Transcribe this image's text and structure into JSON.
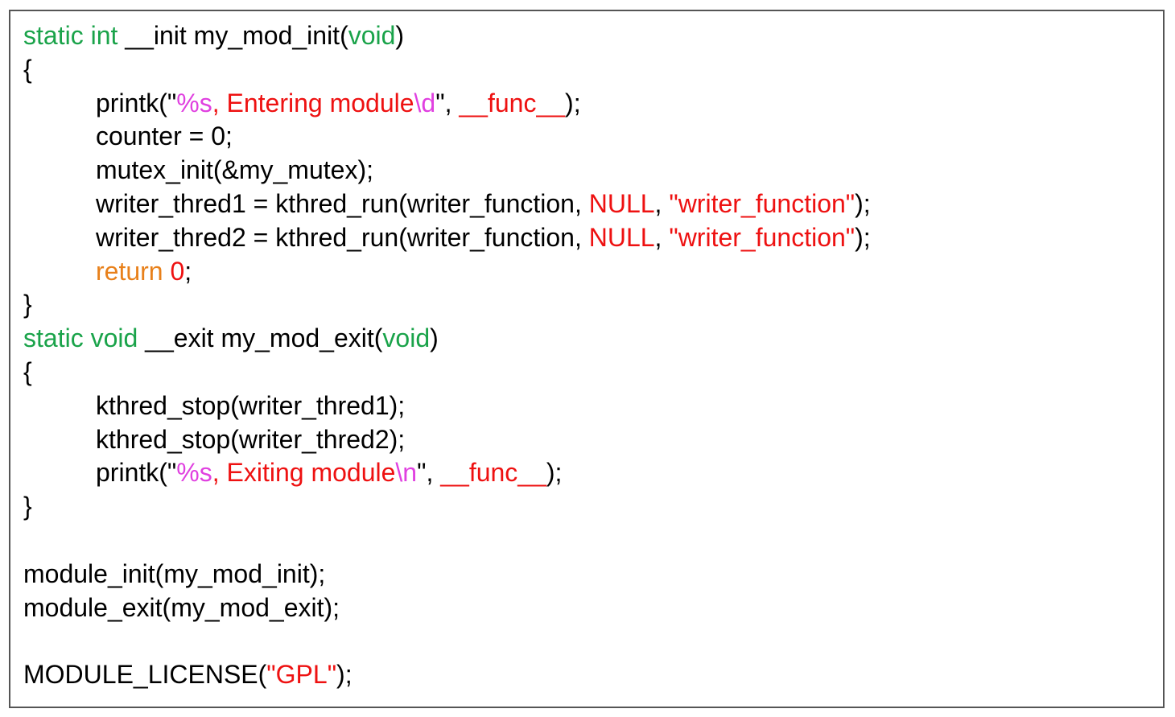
{
  "colors": {
    "plain": "#000000",
    "keyword": "#1aa34a",
    "string": "#ee1111",
    "format": "#e040e0",
    "control": "#e8801a"
  },
  "code_lines": [
    {
      "indent": false,
      "tokens": [
        {
          "t": "static int",
          "k": "keyword"
        },
        {
          "t": " __init my_mod_init(",
          "k": "plain"
        },
        {
          "t": "void",
          "k": "keyword"
        },
        {
          "t": ")",
          "k": "plain"
        }
      ]
    },
    {
      "indent": false,
      "tokens": [
        {
          "t": "{",
          "k": "plain"
        }
      ]
    },
    {
      "indent": true,
      "tokens": [
        {
          "t": "printk(\"",
          "k": "plain"
        },
        {
          "t": "%s",
          "k": "format"
        },
        {
          "t": ", Entering module",
          "k": "string"
        },
        {
          "t": "\\d",
          "k": "format"
        },
        {
          "t": "\", ",
          "k": "plain"
        },
        {
          "t": "__func__",
          "k": "string"
        },
        {
          "t": ");",
          "k": "plain"
        }
      ]
    },
    {
      "indent": true,
      "tokens": [
        {
          "t": "counter = 0;",
          "k": "plain"
        }
      ]
    },
    {
      "indent": true,
      "tokens": [
        {
          "t": "mutex_init(&my_mutex);",
          "k": "plain"
        }
      ]
    },
    {
      "indent": true,
      "tokens": [
        {
          "t": "writer_thred1 = kthred_run(writer_function, ",
          "k": "plain"
        },
        {
          "t": "NULL",
          "k": "string"
        },
        {
          "t": ", ",
          "k": "plain"
        },
        {
          "t": "\"writer_function\"",
          "k": "string"
        },
        {
          "t": ");",
          "k": "plain"
        }
      ]
    },
    {
      "indent": true,
      "tokens": [
        {
          "t": "writer_thred2 = kthred_run(writer_function, ",
          "k": "plain"
        },
        {
          "t": "NULL",
          "k": "string"
        },
        {
          "t": ", ",
          "k": "plain"
        },
        {
          "t": "\"writer_function\"",
          "k": "string"
        },
        {
          "t": ");",
          "k": "plain"
        }
      ]
    },
    {
      "indent": true,
      "tokens": [
        {
          "t": "return",
          "k": "control"
        },
        {
          "t": " ",
          "k": "plain"
        },
        {
          "t": "0",
          "k": "string"
        },
        {
          "t": ";",
          "k": "plain"
        }
      ]
    },
    {
      "indent": false,
      "tokens": [
        {
          "t": "}",
          "k": "plain"
        }
      ]
    },
    {
      "indent": false,
      "tokens": [
        {
          "t": "static void",
          "k": "keyword"
        },
        {
          "t": " __exit my_mod_exit(",
          "k": "plain"
        },
        {
          "t": "void",
          "k": "keyword"
        },
        {
          "t": ")",
          "k": "plain"
        }
      ]
    },
    {
      "indent": false,
      "tokens": [
        {
          "t": "{",
          "k": "plain"
        }
      ]
    },
    {
      "indent": true,
      "tokens": [
        {
          "t": "kthred_stop(writer_thred1);",
          "k": "plain"
        }
      ]
    },
    {
      "indent": true,
      "tokens": [
        {
          "t": "kthred_stop(writer_thred2);",
          "k": "plain"
        }
      ]
    },
    {
      "indent": true,
      "tokens": [
        {
          "t": "printk(\"",
          "k": "plain"
        },
        {
          "t": "%s",
          "k": "format"
        },
        {
          "t": ", Exiting module",
          "k": "string"
        },
        {
          "t": "\\n",
          "k": "format"
        },
        {
          "t": "\", ",
          "k": "plain"
        },
        {
          "t": "__func__",
          "k": "string"
        },
        {
          "t": ");",
          "k": "plain"
        }
      ]
    },
    {
      "indent": false,
      "tokens": [
        {
          "t": "}",
          "k": "plain"
        }
      ]
    },
    {
      "indent": false,
      "tokens": []
    },
    {
      "indent": false,
      "tokens": [
        {
          "t": "module_init(my_mod_init);",
          "k": "plain"
        }
      ]
    },
    {
      "indent": false,
      "tokens": [
        {
          "t": "module_exit(my_mod_exit);",
          "k": "plain"
        }
      ]
    },
    {
      "indent": false,
      "tokens": []
    },
    {
      "indent": false,
      "tokens": [
        {
          "t": "MODULE_LICENSE(",
          "k": "plain"
        },
        {
          "t": "\"GPL\"",
          "k": "string"
        },
        {
          "t": ");",
          "k": "plain"
        }
      ]
    }
  ]
}
